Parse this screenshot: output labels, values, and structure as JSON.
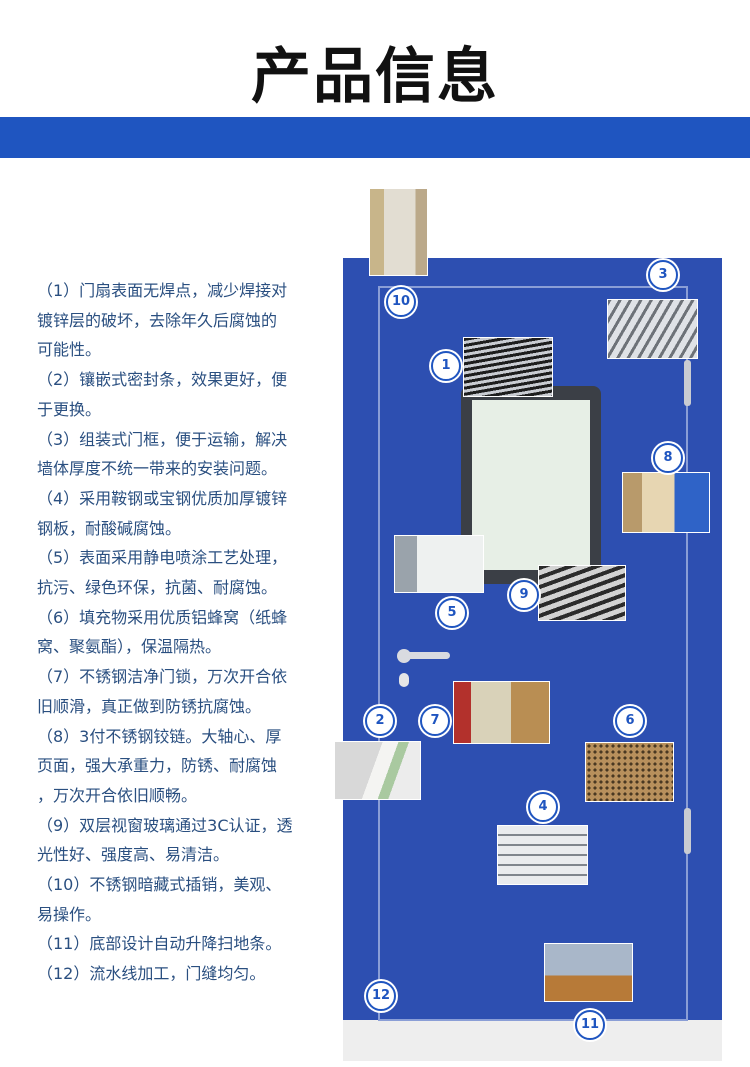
{
  "header": {
    "title": "产品信息"
  },
  "colors": {
    "band": "#1f55c0",
    "door": "#2d4fb1",
    "text": "#2a4f80"
  },
  "features": [
    "（1）门扇表面无焊点，减少焊接对",
    "镀锌层的破坏，去除年久后腐蚀的",
    "可能性。",
    "（2）镶嵌式密封条，效果更好，便",
    "于更换。",
    "（3）组装式门框，便于运输，解决",
    "墙体厚度不统一带来的安装问题。",
    "（4）采用鞍钢或宝钢优质加厚镀锌",
    "钢板，耐酸碱腐蚀。",
    "（5）表面采用静电喷涂工艺处理，",
    "抗污、绿色环保，抗菌、耐腐蚀。",
    "（6）填充物采用优质铝蜂窝（纸蜂",
    "窝、聚氨酯），保温隔热。",
    "（7）不锈钢洁净门锁，万次开合依",
    "旧顺滑，真正做到防锈抗腐蚀。",
    "（8）3付不锈钢铰链。大轴心、厚",
    "页面，强大承重力，防锈、耐腐蚀",
    "，万次开合依旧顺畅。",
    "（9）双层视窗玻璃通过3C认证，透",
    "光性好、强度高、易清洁。",
    "（10）不锈钢暗藏式插销，美观、",
    "易操作。",
    "（11）底部设计自动升降扫地条。",
    "（12）流水线加工，门缝均匀。"
  ],
  "badges": [
    "1",
    "2",
    "3",
    "4",
    "5",
    "6",
    "7",
    "8",
    "9",
    "10",
    "11",
    "12"
  ],
  "detail_photos": [
    "seal-strip-photo",
    "galvanized-layer-photo",
    "frame-photo",
    "steel-plate-photo",
    "coating-photo",
    "honeycomb-photo",
    "lock-photo",
    "hinge-photo",
    "glass-photo",
    "bolt-photo",
    "sweep-strip-photo"
  ]
}
